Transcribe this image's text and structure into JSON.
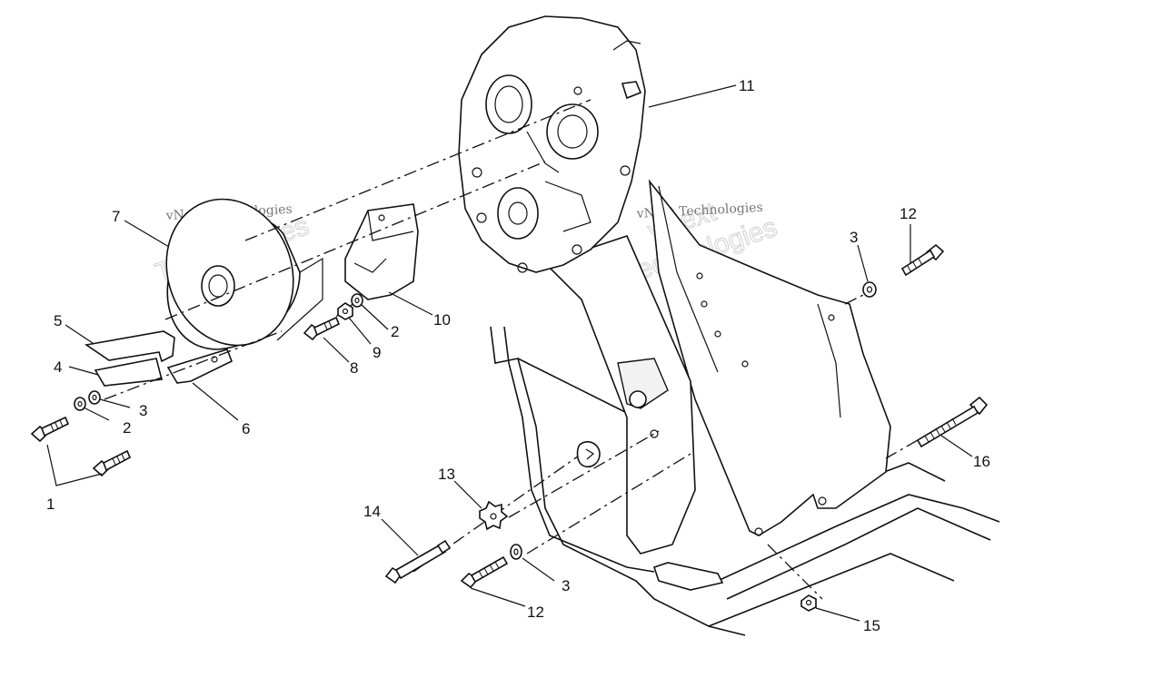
{
  "diagram": {
    "callouts": [
      {
        "id": "c1",
        "label": "1"
      },
      {
        "id": "c2a",
        "label": "2"
      },
      {
        "id": "c2b",
        "label": "2"
      },
      {
        "id": "c3a",
        "label": "3"
      },
      {
        "id": "c3b",
        "label": "3"
      },
      {
        "id": "c3c",
        "label": "3"
      },
      {
        "id": "c4",
        "label": "4"
      },
      {
        "id": "c5",
        "label": "5"
      },
      {
        "id": "c6",
        "label": "6"
      },
      {
        "id": "c7",
        "label": "7"
      },
      {
        "id": "c8",
        "label": "8"
      },
      {
        "id": "c9",
        "label": "9"
      },
      {
        "id": "c10",
        "label": "10"
      },
      {
        "id": "c11",
        "label": "11"
      },
      {
        "id": "c12a",
        "label": "12"
      },
      {
        "id": "c12b",
        "label": "12"
      },
      {
        "id": "c13",
        "label": "13"
      },
      {
        "id": "c14",
        "label": "14"
      },
      {
        "id": "c15",
        "label": "15"
      },
      {
        "id": "c16",
        "label": "16"
      }
    ],
    "watermarks": [
      {
        "id": "wm1",
        "text": "vNext Technologies"
      },
      {
        "id": "wm2",
        "text": "vNext Technologies"
      }
    ]
  }
}
